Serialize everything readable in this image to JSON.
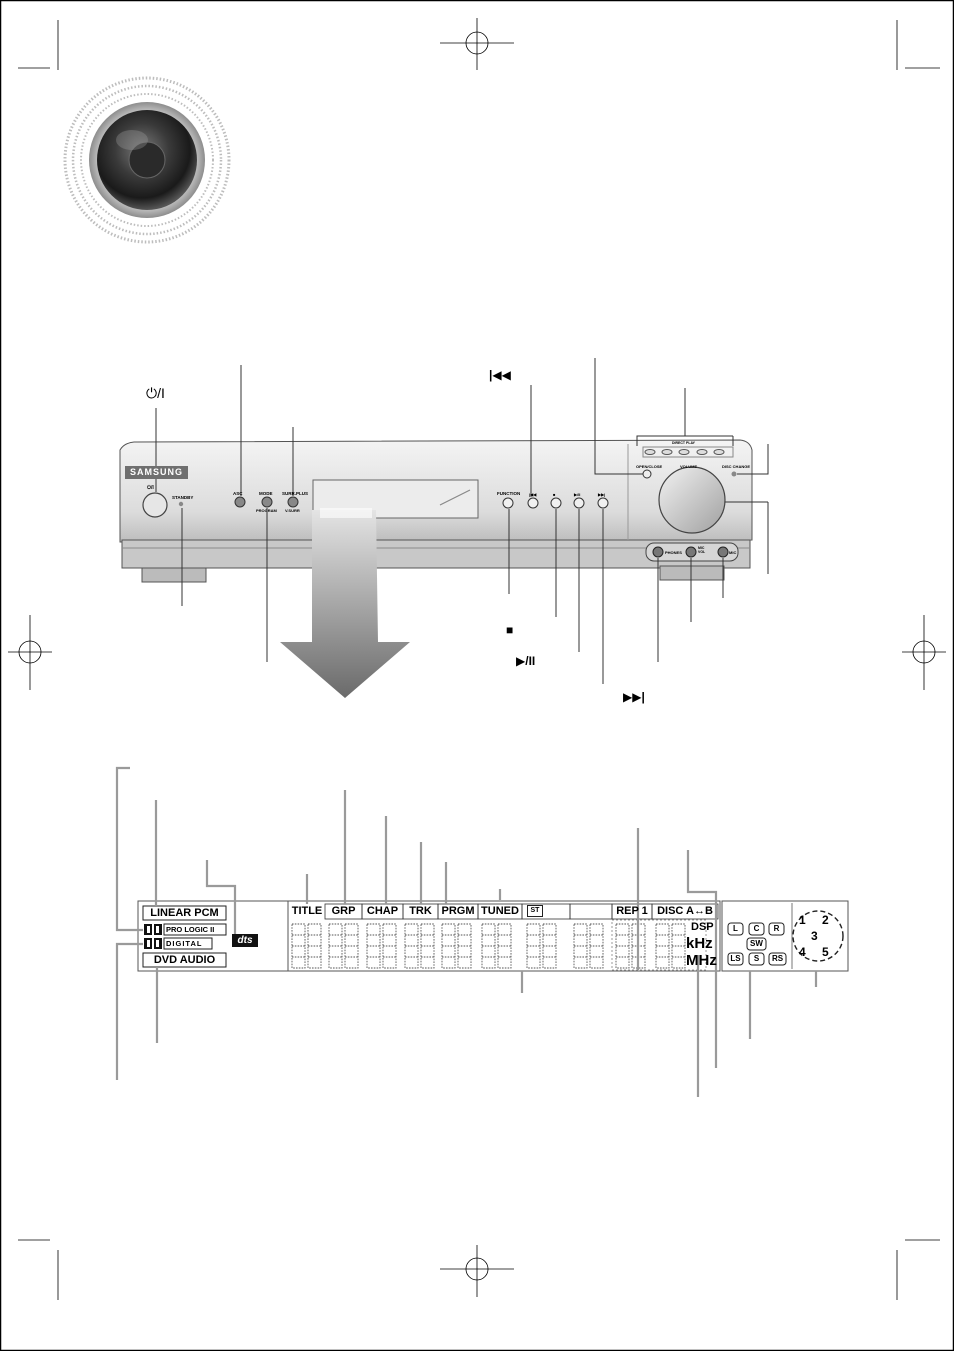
{
  "colors": {
    "page_border": "#000000",
    "panel_light": "#ececec",
    "panel_mid": "#d2d2d2",
    "panel_dark": "#8a8a8a",
    "callout": "#9a9a9a",
    "display_window": "#1a1a1a",
    "arrow_top": "#d8d8d8",
    "arrow_bottom": "#6e6e6e"
  },
  "unit": {
    "brand": "SAMSUNG",
    "power_symbol": "⏻/I",
    "power_button": "⏻/I",
    "standby": "STANDBY",
    "asc": "ASC",
    "mode": "MODE",
    "mode_sub": "PROGRAM",
    "surround": "SURR.PLUS",
    "surround_sub": "V.SURR",
    "function": "FUNCTION",
    "stop_btn": "■",
    "play_pause_btn": "▶/II",
    "prev_btn": "|◀◀",
    "next_btn": "▶▶|",
    "open_close": "OPEN/CLOSE",
    "direct_play": "DIRECT PLAY",
    "disc_change": "DISC CHANGE",
    "volume": "VOLUME",
    "phones": "PHONES",
    "mic_vol": "MIC VOL",
    "mic": "MIC"
  },
  "callouts": {
    "prev": "|◀◀",
    "stop": "■",
    "play_pause": "▶/II",
    "next": "▶▶|"
  },
  "display": {
    "left": {
      "linear_pcm": "LINEAR PCM",
      "pro_logic": "PRO LOGIC II",
      "digital": "DIGITAL",
      "dvd_audio": "DVD AUDIO",
      "dts": "dts"
    },
    "segments": [
      "TITLE",
      "GRP",
      "CHAP",
      "TRK",
      "PRGM",
      "TUNED",
      "ST",
      "",
      "REP 1",
      "DISC A↔B"
    ],
    "units": {
      "dsp": "DSP",
      "khz": "kHz",
      "mhz": "MHz"
    },
    "speakers": [
      "L",
      "C",
      "R",
      "SW",
      "LS",
      "S",
      "RS"
    ],
    "discs": [
      "1",
      "2",
      "3",
      "4",
      "5"
    ]
  }
}
